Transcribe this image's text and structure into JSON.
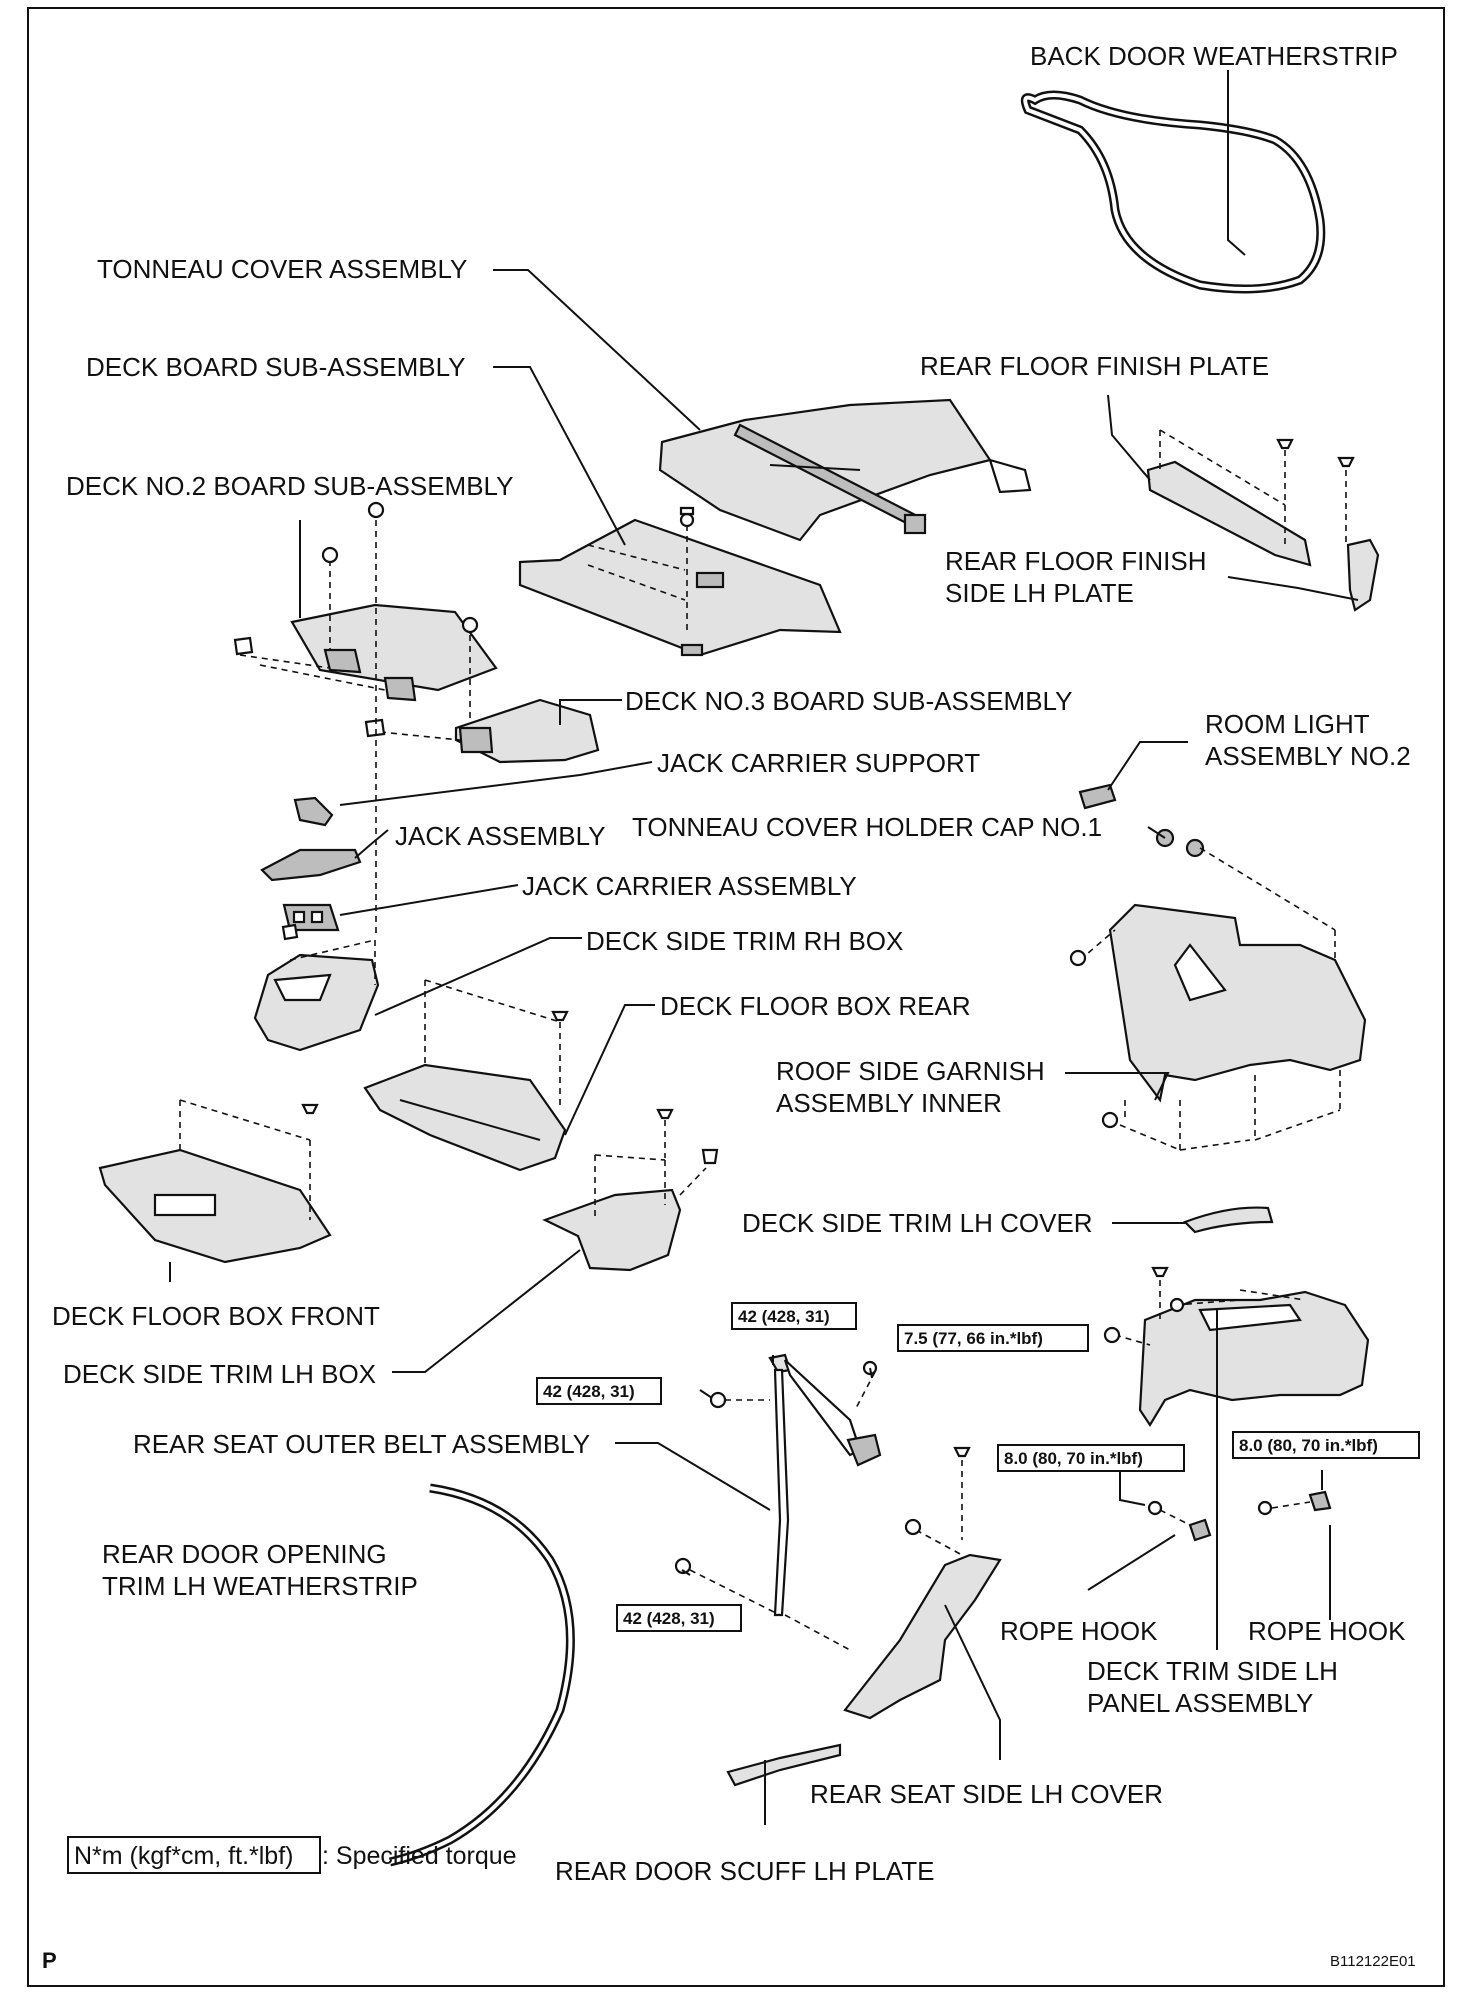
{
  "labels": {
    "back_door_weatherstrip": "BACK DOOR WEATHERSTRIP",
    "tonneau_cover_assembly": "TONNEAU COVER ASSEMBLY",
    "deck_board_sub_assembly": "DECK BOARD SUB-ASSEMBLY",
    "rear_floor_finish_plate": "REAR FLOOR FINISH PLATE",
    "deck_no2_board_sub_assembly": "DECK NO.2 BOARD SUB-ASSEMBLY",
    "rear_floor_finish_side_lh_plate_1": "REAR FLOOR FINISH",
    "rear_floor_finish_side_lh_plate_2": "SIDE LH PLATE",
    "deck_no3_board_sub_assembly": "DECK NO.3 BOARD SUB-ASSEMBLY",
    "room_light_assembly_no2_1": "ROOM LIGHT",
    "room_light_assembly_no2_2": "ASSEMBLY NO.2",
    "jack_carrier_support": "JACK CARRIER SUPPORT",
    "tonneau_cover_holder_cap_no1": "TONNEAU COVER HOLDER CAP NO.1",
    "jack_assembly": "JACK ASSEMBLY",
    "jack_carrier_assembly": "JACK CARRIER ASSEMBLY",
    "deck_side_trim_rh_box": "DECK SIDE TRIM RH BOX",
    "deck_floor_box_rear": "DECK FLOOR BOX REAR",
    "roof_side_garnish_assembly_inner_1": "ROOF SIDE GARNISH",
    "roof_side_garnish_assembly_inner_2": "ASSEMBLY INNER",
    "deck_side_trim_lh_cover": "DECK SIDE TRIM LH COVER",
    "deck_floor_box_front": "DECK FLOOR BOX FRONT",
    "deck_side_trim_lh_box": "DECK SIDE TRIM LH BOX",
    "rear_seat_outer_belt_assembly": "REAR SEAT OUTER BELT ASSEMBLY",
    "rear_door_opening_trim_1": "REAR DOOR OPENING",
    "rear_door_opening_trim_2": "TRIM LH WEATHERSTRIP",
    "rope_hook_1": "ROPE HOOK",
    "rope_hook_2": "ROPE HOOK",
    "deck_trim_side_lh_panel_1": "DECK TRIM SIDE LH",
    "deck_trim_side_lh_panel_2": "PANEL ASSEMBLY",
    "rear_seat_side_lh_cover": "REAR SEAT SIDE LH COVER",
    "rear_door_scuff_lh_plate": "REAR DOOR SCUFF LH PLATE"
  },
  "torques": {
    "t1": "42 (428, 31)",
    "t2": "42 (428, 31)",
    "t3": "42 (428, 31)",
    "t4": "7.5 (77, 66 in.*lbf)",
    "t5": "8.0 (80, 70 in.*lbf)",
    "t6": "8.0 (80, 70 in.*lbf)"
  },
  "legend": {
    "box_text": "N*m (kgf*cm, ft.*lbf)",
    "description": ": Specified torque"
  },
  "footer": {
    "page_mark": "P",
    "figure_id": "B112122E01"
  }
}
